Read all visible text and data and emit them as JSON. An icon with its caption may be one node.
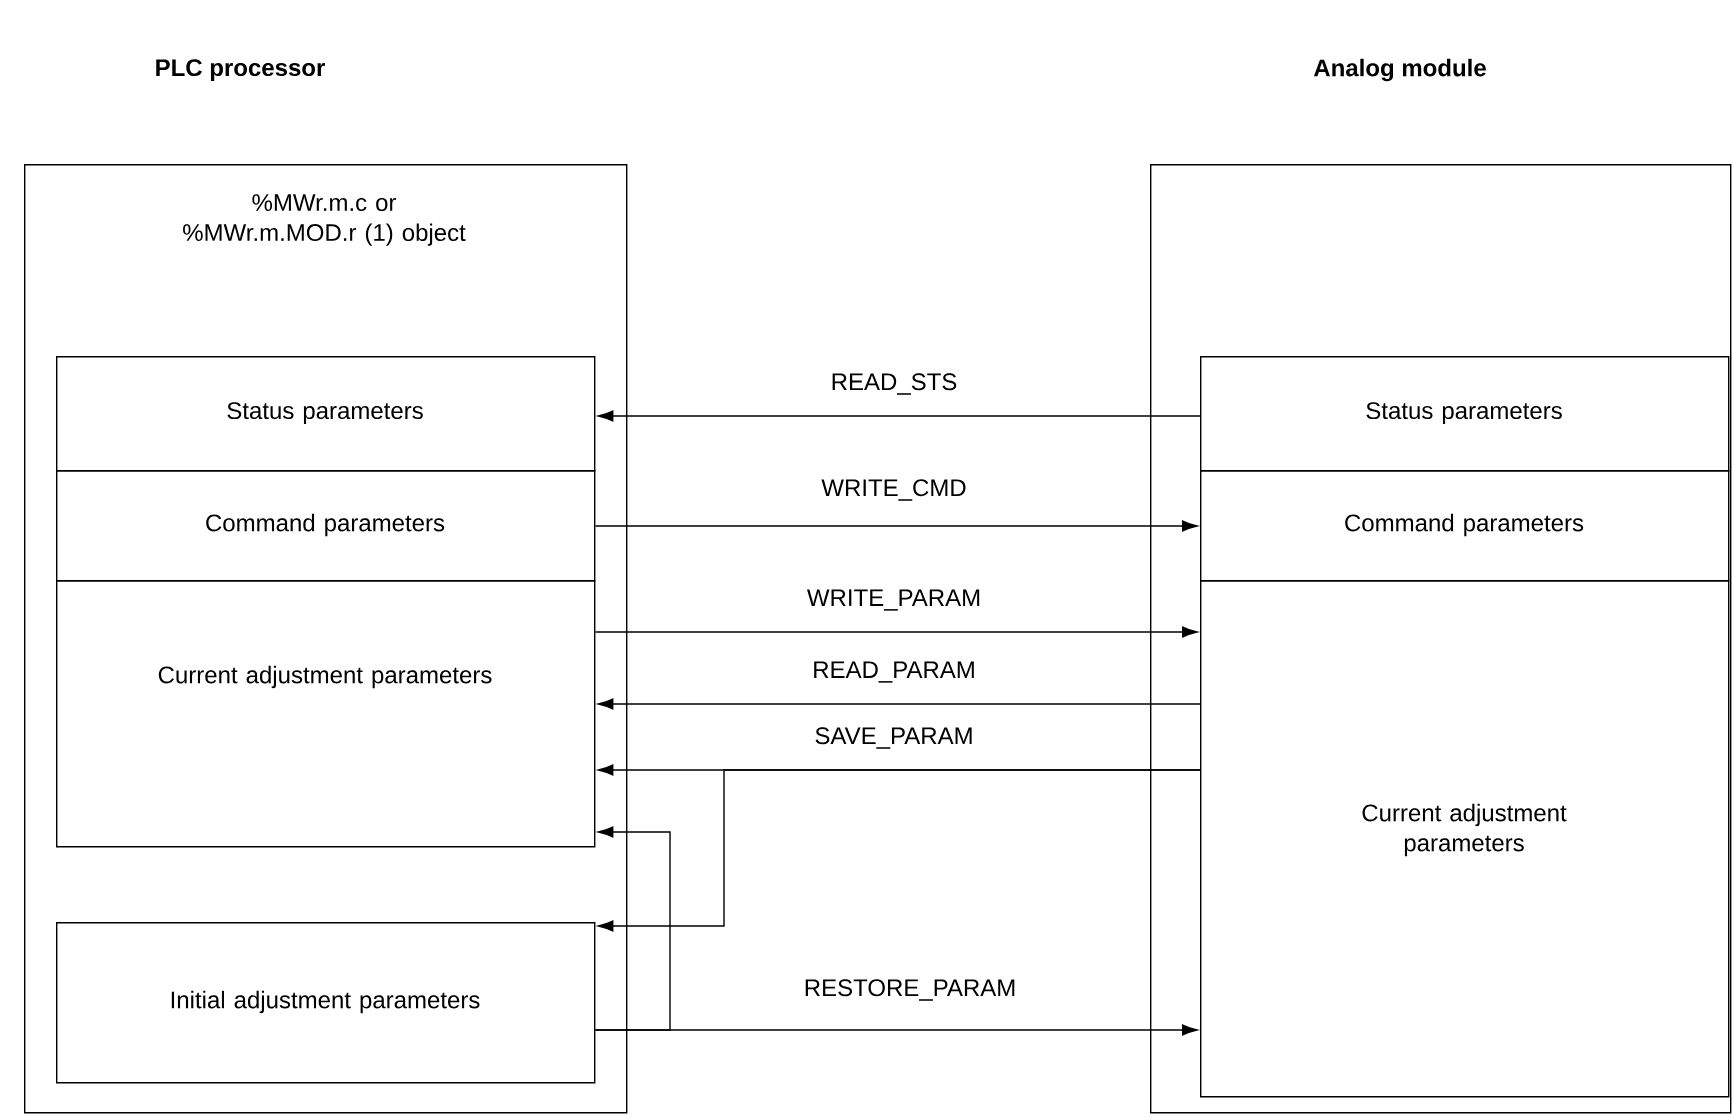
{
  "diagram": {
    "nodes": [
      {
        "text": [
          "PLC processor",
          "%MWr.m.c or %MWr.m.MOD.r (1) object"
        ]
      },
      {
        "text": [
          "Status parameters"
        ],
        "in": 0
      },
      {
        "text": [
          "Command parameters"
        ],
        "in": 0
      },
      {
        "text": [
          "Current adjustment parameters"
        ],
        "in": 0
      },
      {
        "text": [
          "Initial adjustment parameters"
        ],
        "in": 0
      },
      {
        "text": [
          "Analog module"
        ]
      },
      {
        "text": [
          "Status parameters"
        ],
        "in": 5
      },
      {
        "text": [
          "Command parameters"
        ],
        "in": 5
      },
      {
        "text": [
          "Current adjustment parameters"
        ],
        "in": 5
      }
    ],
    "edges": [
      {
        "from": 6,
        "to": 1,
        "arrow": "to",
        "label": "READ_STS"
      },
      {
        "from": 2,
        "to": 7,
        "arrow": "to",
        "label": "WRITE_CMD"
      },
      {
        "from": 3,
        "to": 8,
        "arrow": "to",
        "label": "WRITE_PARAM"
      },
      {
        "from": 8,
        "to": 3,
        "arrow": "to",
        "label": "READ_PARAM"
      },
      {
        "from": 8,
        "to": 3,
        "arrow": "to",
        "label": "SAVE_PARAM"
      },
      {
        "from": 8,
        "to": 4,
        "arrow": "to"
      },
      {
        "from": 4,
        "to": 8,
        "arrow": "to",
        "label": "RESTORE_PARAM"
      },
      {
        "from": 4,
        "to": 3,
        "arrow": "to"
      }
    ]
  }
}
